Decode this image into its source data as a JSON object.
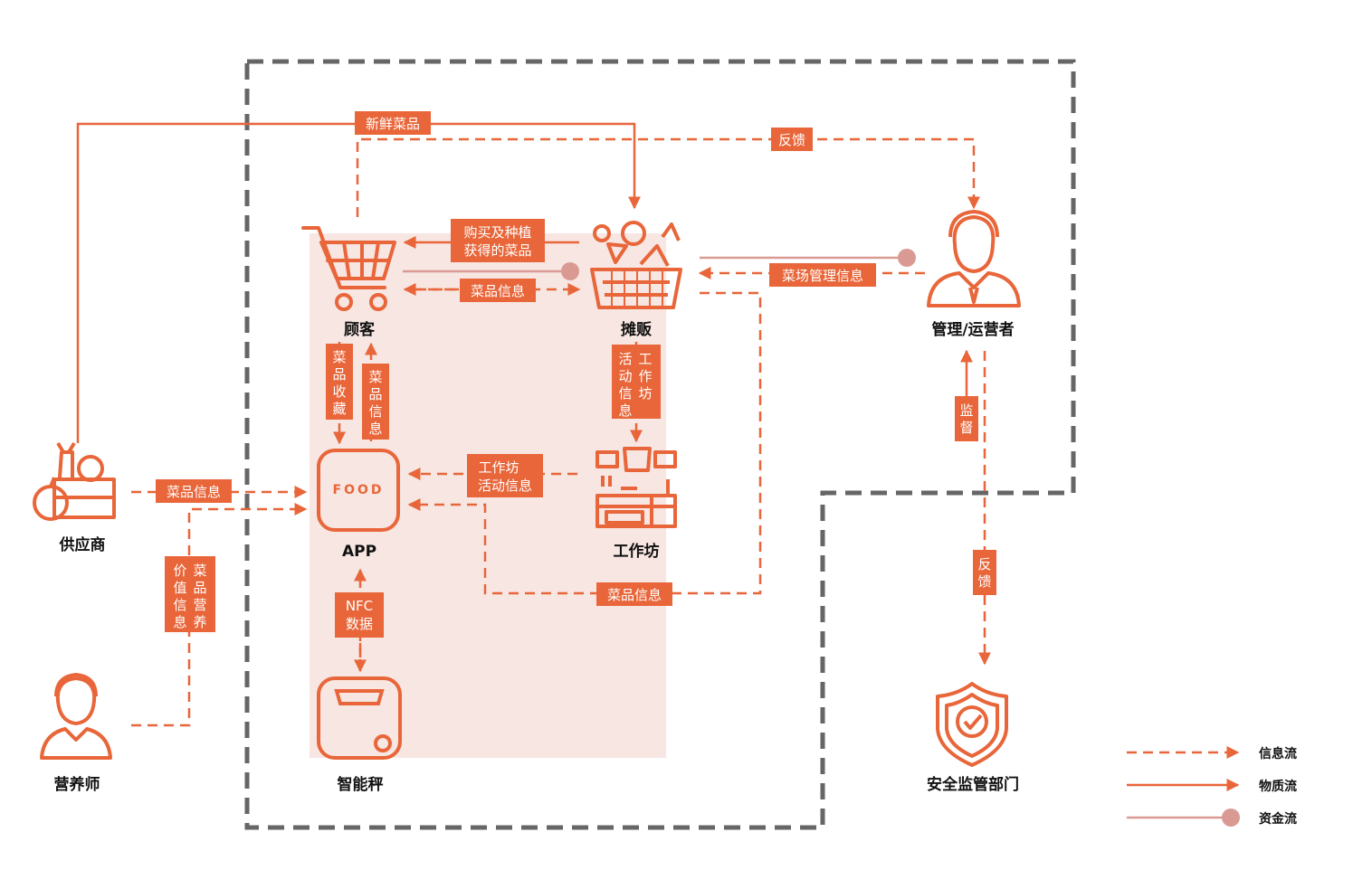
{
  "colors": {
    "accent": "#E8663A",
    "money": "#D99A94",
    "zone": "#F7E6E2",
    "boundary": "#666666"
  },
  "nodes": {
    "customer": "顾客",
    "vendor": "摊贩",
    "manager": "管理/运营者",
    "supplier": "供应商",
    "app": "APP",
    "workshop": "工作坊",
    "nutritionist": "营养师",
    "scale": "智能秤",
    "safety": "安全监管部门"
  },
  "app_logo": "FOOD",
  "edges": {
    "fresh": "新鲜菜品",
    "feedback_top": "反馈",
    "purchase_1": "购买及种植",
    "purchase_2": "获得的菜品",
    "dish_info_cv": "菜品信息",
    "market_info": "菜场管理信息",
    "collect": [
      "菜",
      "品",
      "收",
      "藏"
    ],
    "dish_info_app": [
      "菜",
      "品",
      "信",
      "息"
    ],
    "ws_activity_col1": [
      "活",
      "动",
      "信",
      "息"
    ],
    "ws_activity_col2": [
      "工",
      "作",
      "坊"
    ],
    "ws_info_1": "工作坊",
    "ws_info_2": "活动信息",
    "dish_info_supplier": "菜品信息",
    "nutrition_col1": [
      "价",
      "值",
      "信",
      "息"
    ],
    "nutrition_col2": [
      "菜",
      "品",
      "营",
      "养"
    ],
    "nfc_1": "NFC",
    "nfc_2": "数据",
    "dish_info_bottom": "菜品信息",
    "supervise": [
      "监",
      "督"
    ],
    "feedback_safety": [
      "反",
      "馈"
    ]
  },
  "legend": {
    "info": "信息流",
    "material": "物质流",
    "money": "资金流"
  },
  "icons": [
    "cart-icon",
    "vegetable-basket-icon",
    "manager-icon",
    "produce-crate-icon",
    "app-icon",
    "workshop-kitchen-icon",
    "nutritionist-icon",
    "smart-scale-icon",
    "shield-check-icon"
  ]
}
